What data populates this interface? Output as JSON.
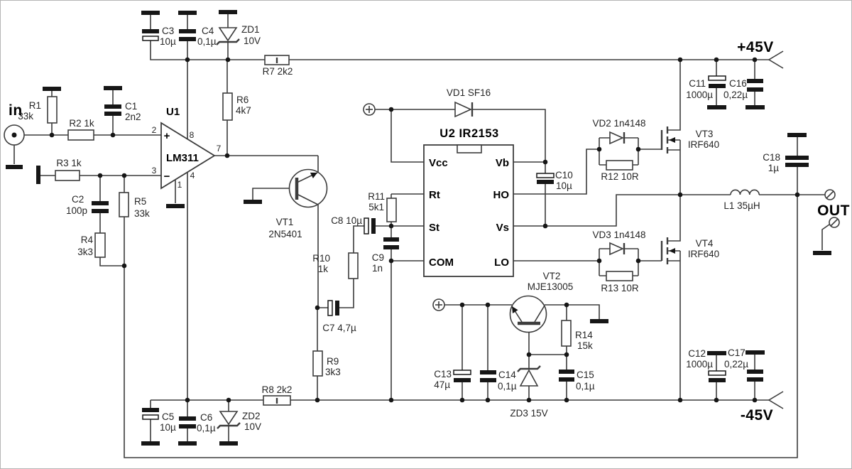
{
  "io": {
    "in": "in",
    "out": "OUT",
    "vpos": "+45V",
    "vneg": "-45V"
  },
  "u1": {
    "ref": "U1",
    "part": "LM311",
    "pin_plus": "+",
    "pin_minus": "−",
    "p2": "2",
    "p3": "3",
    "p8": "8",
    "p7": "7",
    "p4": "4",
    "p1": "1"
  },
  "u2": {
    "title": "U2 IR2153",
    "pin_vcc": "Vcc",
    "pin_rt": "Rt",
    "pin_st": "St",
    "pin_com": "COM",
    "pin_vb": "Vb",
    "pin_ho": "HO",
    "pin_vs": "Vs",
    "pin_lo": "LO"
  },
  "resistors": {
    "r1": {
      "ref": "R1",
      "value": "33k"
    },
    "r2": {
      "label": "R2 1k"
    },
    "r3": {
      "label": "R3 1k"
    },
    "r4": {
      "ref": "R4",
      "value": "3k3"
    },
    "r5": {
      "ref": "R5",
      "value": "33k"
    },
    "r6": {
      "ref": "R6",
      "value": "4k7"
    },
    "r7": {
      "label": "R7 2k2"
    },
    "r8": {
      "label": "R8 2k2"
    },
    "r9": {
      "ref": "R9",
      "value": "3k3"
    },
    "r10": {
      "ref": "R10",
      "value": "1k"
    },
    "r11": {
      "ref": "R11",
      "value": "5k1"
    },
    "r12": {
      "label": "R12 10R"
    },
    "r13": {
      "label": "R13 10R"
    },
    "r14": {
      "ref": "R14",
      "value": "15k"
    }
  },
  "capacitors": {
    "c1": {
      "ref": "C1",
      "value": "2n2"
    },
    "c2": {
      "ref": "C2",
      "value": "100p"
    },
    "c3": {
      "ref": "C3",
      "value": "10µ"
    },
    "c4": {
      "ref": "C4",
      "value": "0,1µ"
    },
    "c5": {
      "ref": "C5",
      "value": "10µ"
    },
    "c6": {
      "ref": "C6",
      "value": "0,1µ"
    },
    "c7": {
      "label": "C7 4,7µ"
    },
    "c8": {
      "label": "C8 10µ"
    },
    "c9": {
      "ref": "C9",
      "value": "1n"
    },
    "c10": {
      "ref": "C10",
      "value": "10µ"
    },
    "c11": {
      "ref": "C11",
      "value": "1000µ"
    },
    "c12": {
      "ref": "C12",
      "value": "1000µ"
    },
    "c13": {
      "ref": "C13",
      "value": "47µ"
    },
    "c14": {
      "ref": "C14",
      "value": "0,1µ"
    },
    "c15": {
      "ref": "C15",
      "value": "0,1µ"
    },
    "c16": {
      "ref": "C16",
      "value": "0,22µ"
    },
    "c17": {
      "ref": "C17",
      "value": "0,22µ"
    },
    "c18": {
      "ref": "C18",
      "value": "1µ"
    }
  },
  "diodes": {
    "vd1": {
      "label": "VD1 SF16"
    },
    "vd2": {
      "label": "VD2 1n4148"
    },
    "vd3": {
      "label": "VD3 1n4148"
    },
    "zd1": {
      "ref": "ZD1",
      "value": "10V"
    },
    "zd2": {
      "ref": "ZD2",
      "value": "10V"
    },
    "zd3": {
      "label": "ZD3 15V"
    }
  },
  "transistors": {
    "vt1": {
      "ref": "VT1",
      "part": "2N5401"
    },
    "vt2": {
      "ref": "VT2",
      "part": "MJE13005"
    },
    "vt3": {
      "ref": "VT3",
      "part": "IRF640"
    },
    "vt4": {
      "ref": "VT4",
      "part": "IRF640"
    }
  },
  "inductor": {
    "l1": {
      "label": "L1 35µH"
    }
  }
}
